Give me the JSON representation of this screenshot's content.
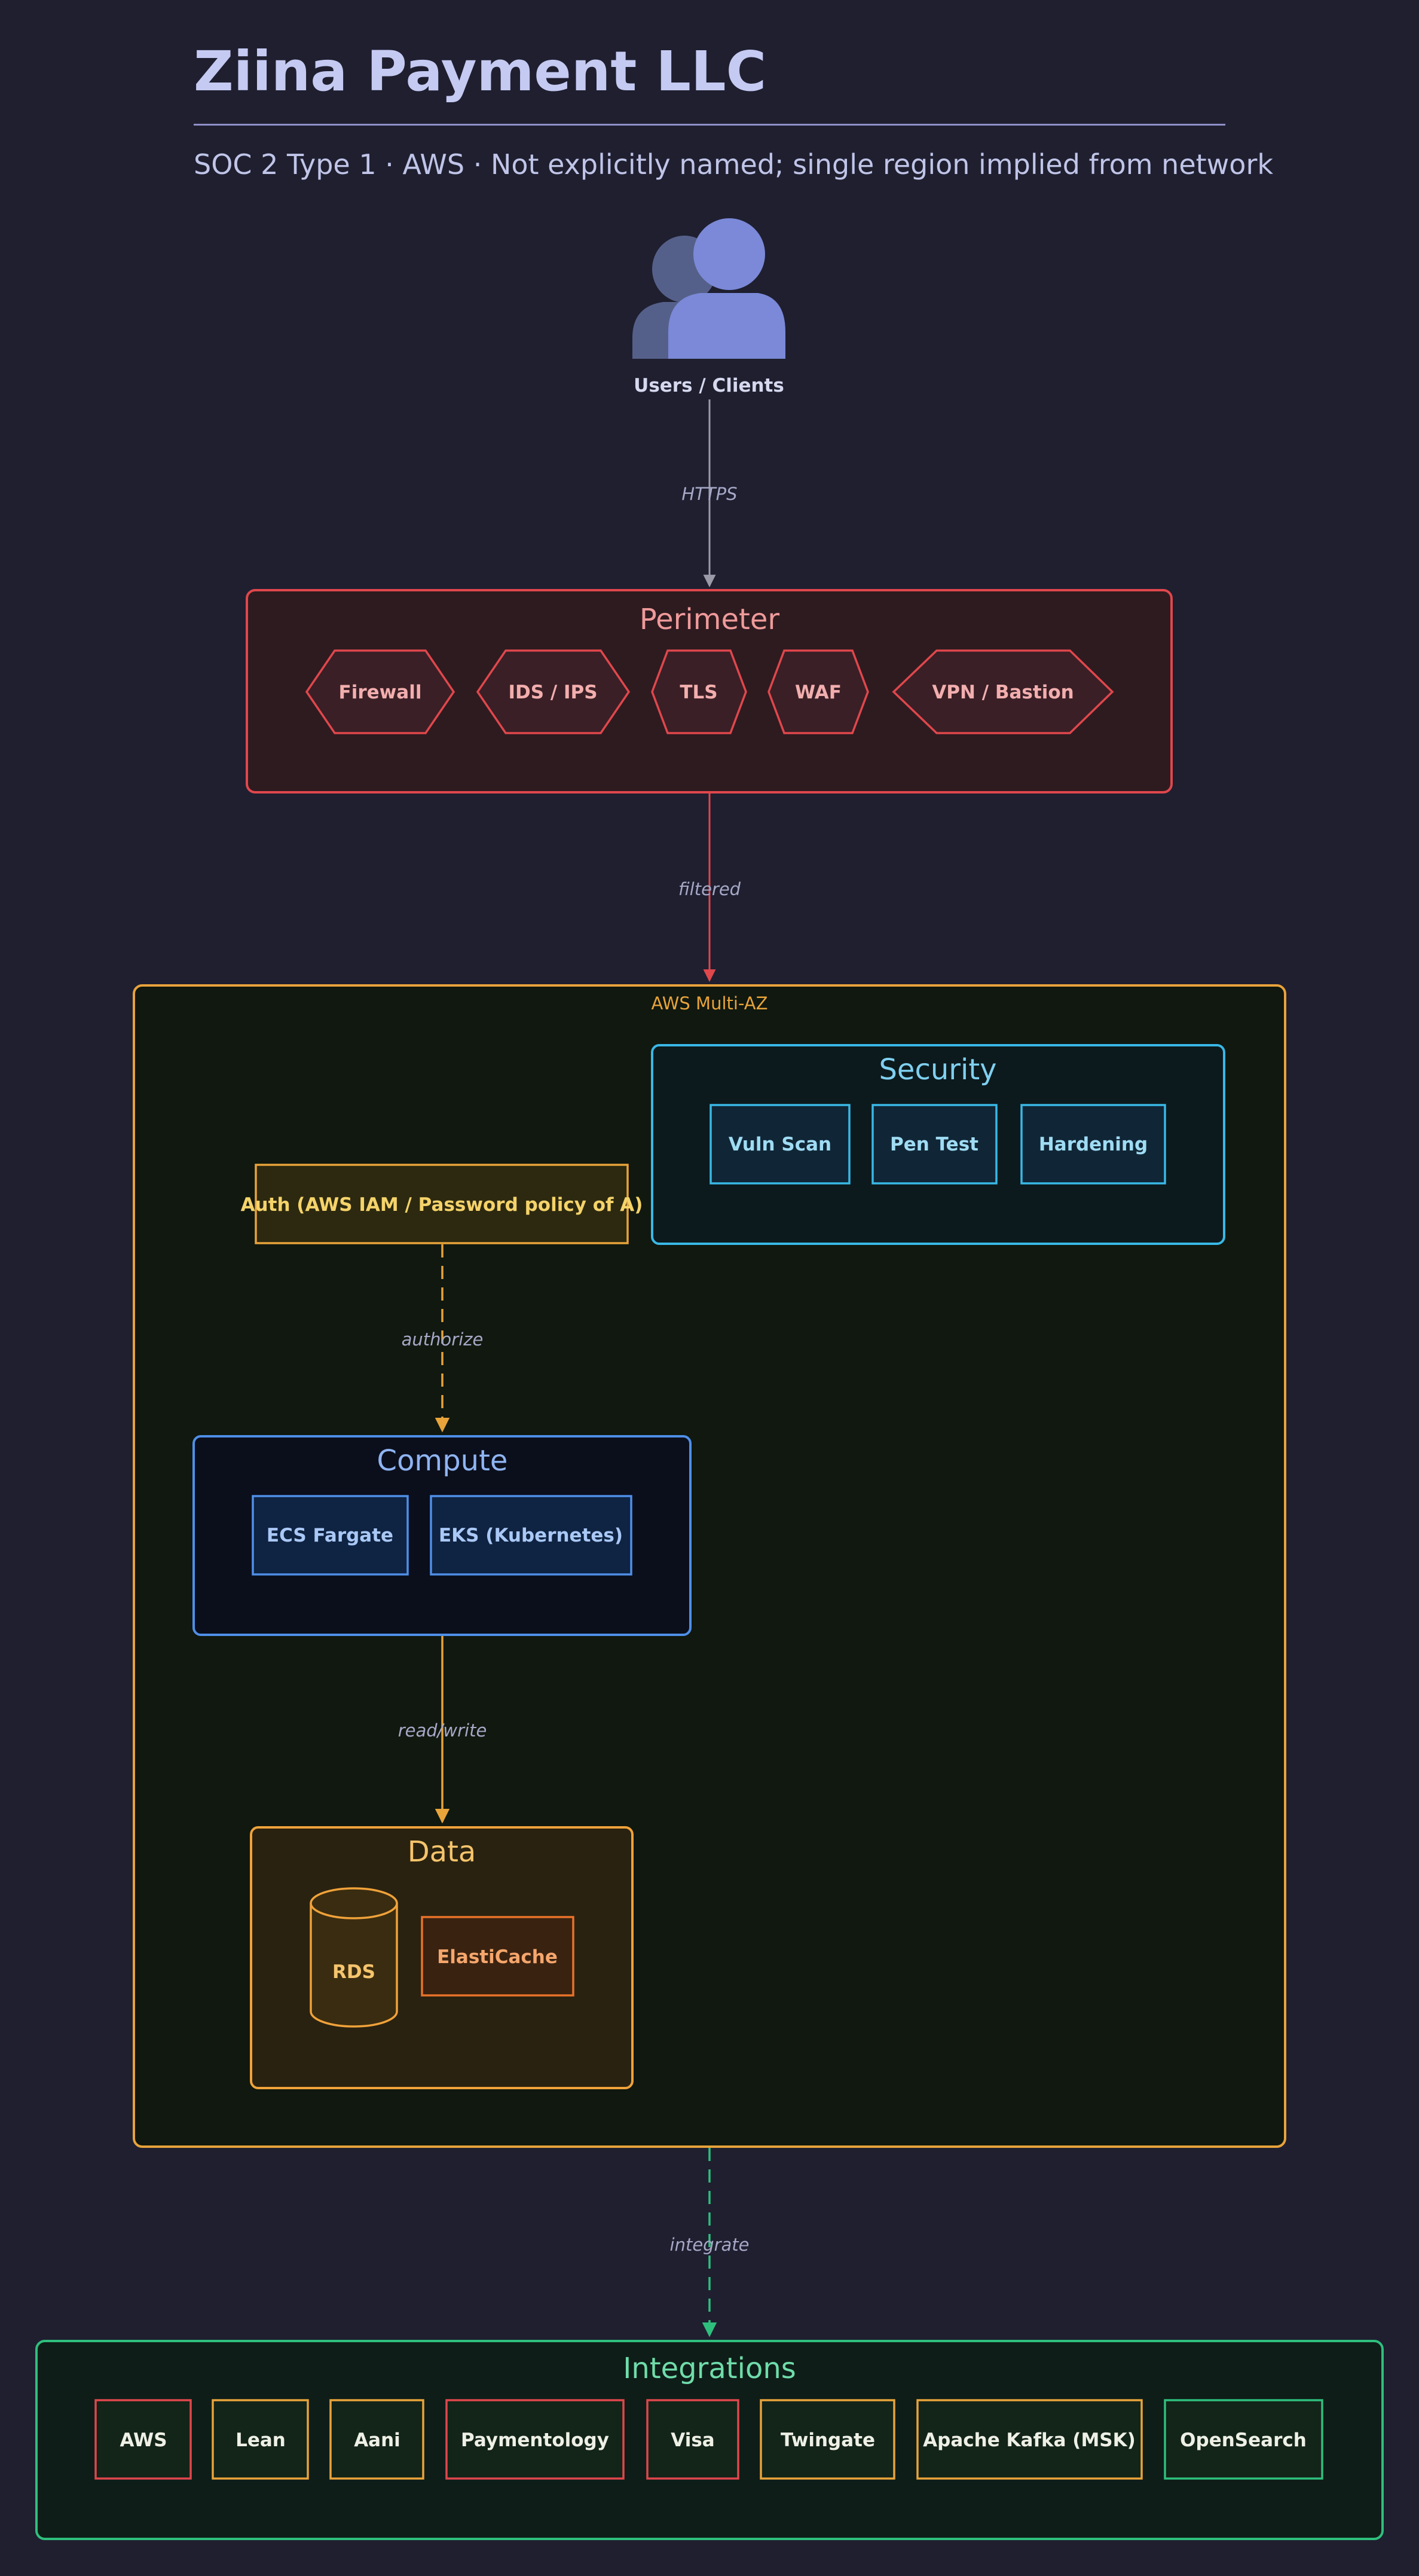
{
  "header": {
    "title": "Ziina Payment LLC",
    "subtitle": "SOC 2 Type 1 · AWS · Not explicitly named; single region implied from network"
  },
  "users": {
    "label": "Users / Clients"
  },
  "edges": {
    "https": "HTTPS",
    "filtered": "filtered",
    "authorize": "authorize",
    "read_write": "read/write",
    "integrate": "integrate"
  },
  "perimeter": {
    "title": "Perimeter",
    "items": [
      "Firewall",
      "IDS / IPS",
      "TLS",
      "WAF",
      "VPN / Bastion"
    ]
  },
  "aws": {
    "label": "AWS Multi-AZ"
  },
  "security": {
    "title": "Security",
    "items": [
      "Vuln Scan",
      "Pen Test",
      "Hardening"
    ]
  },
  "auth": {
    "label": "Auth (AWS IAM / Password policy of A)"
  },
  "compute": {
    "title": "Compute",
    "items": [
      "ECS Fargate",
      "EKS (Kubernetes)"
    ]
  },
  "data_tier": {
    "title": "Data",
    "items": [
      "RDS",
      "ElastiCache"
    ]
  },
  "integrations": {
    "title": "Integrations",
    "items": [
      "AWS",
      "Lean",
      "Aani",
      "Paymentology",
      "Visa",
      "Twingate",
      "Apache Kafka (MSK)",
      "OpenSearch"
    ]
  },
  "colors": {
    "background": "#1f1f30",
    "perimeter": "#e0474c",
    "aws": "#e8a33a",
    "security": "#39b8e6",
    "compute": "#4f8fe8",
    "data": "#f0a23a",
    "integrations": "#2fbf7d",
    "users": "#7b89d8"
  }
}
